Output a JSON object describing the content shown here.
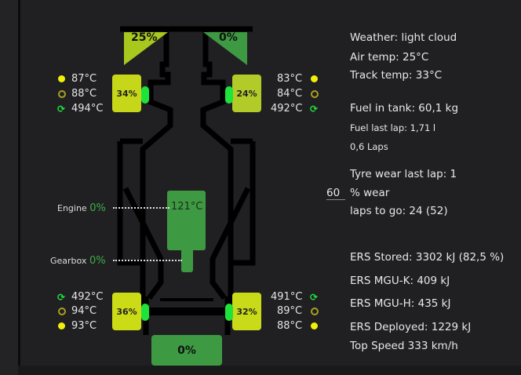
{
  "front_wing": {
    "left": "25%",
    "right": "0%"
  },
  "rear_wing": "0%",
  "tyres": {
    "fl": {
      "wear": "34%",
      "surface": "87°C",
      "inner": "88°C",
      "brake": "494°C",
      "color": "#c6d71a"
    },
    "fr": {
      "wear": "24%",
      "surface": "83°C",
      "inner": "84°C",
      "brake": "492°C",
      "color": "#b2cb28"
    },
    "rl": {
      "wear": "36%",
      "surface": "93°C",
      "inner": "94°C",
      "brake": "492°C",
      "color": "#cbdc16"
    },
    "rr": {
      "wear": "32%",
      "surface": "88°C",
      "inner": "89°C",
      "brake": "491°C",
      "color": "#c8da18"
    }
  },
  "engine": {
    "label": "Engine",
    "wear": "0%",
    "temp": "121°C"
  },
  "gearbox": {
    "label": "Gearbox",
    "wear": "0%"
  },
  "info": {
    "weather": "Weather: light cloud",
    "air_temp": "Air temp: 25°C",
    "track_temp": "Track temp: 33°C",
    "fuel_in_tank": "Fuel in tank: 60,1 kg",
    "fuel_last_lap": "Fuel last lap: 1,71 l",
    "fuel_laps": "0,6 Laps",
    "tyre_wear_last_lap": "Tyre wear last lap: 1",
    "wear_input": "60",
    "wear_suffix": "% wear",
    "laps_to_go": "laps to go: 24 (52)",
    "ers_stored": "ERS Stored: 3302 kJ (82,5 %)",
    "ers_mguk": "ERS MGU-K: 409 kJ",
    "ers_mguh": "ERS MGU-H: 435 kJ",
    "ers_deployed": "ERS Deployed: 1229 kJ",
    "top_speed": "Top Speed 333 km/h"
  },
  "colors": {
    "green": "#3e9a42",
    "lime": "#a8c81e",
    "brake": "#1fe33b"
  }
}
